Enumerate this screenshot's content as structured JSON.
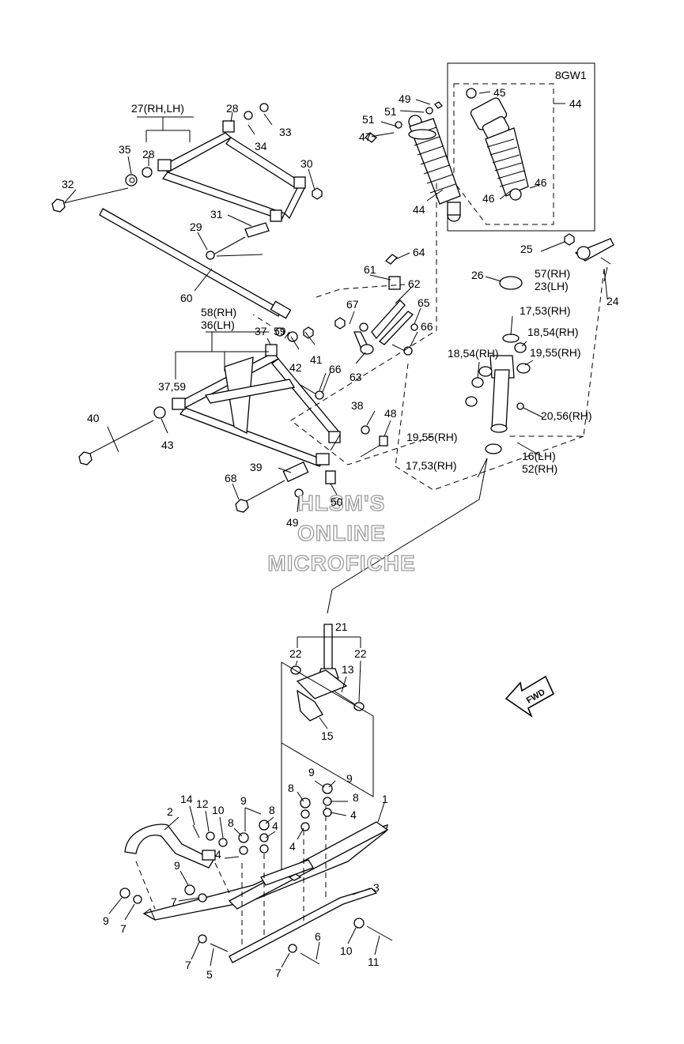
{
  "diagram": {
    "model_box_label": "8GW1",
    "fwd_label": "FWD",
    "watermark": [
      "HLSM'S",
      "ONLINE",
      "MICROFICHE"
    ],
    "callouts": [
      {
        "id": "c1",
        "text": "1"
      },
      {
        "id": "c2",
        "text": "2"
      },
      {
        "id": "c3",
        "text": "3"
      },
      {
        "id": "c4a",
        "text": "4"
      },
      {
        "id": "c4b",
        "text": "4"
      },
      {
        "id": "c4c",
        "text": "4"
      },
      {
        "id": "c4d",
        "text": "4"
      },
      {
        "id": "c5",
        "text": "5"
      },
      {
        "id": "c6",
        "text": "6"
      },
      {
        "id": "c7a",
        "text": "7"
      },
      {
        "id": "c7b",
        "text": "7"
      },
      {
        "id": "c7c",
        "text": "7"
      },
      {
        "id": "c7d",
        "text": "7"
      },
      {
        "id": "c8a",
        "text": "8"
      },
      {
        "id": "c8b",
        "text": "8"
      },
      {
        "id": "c8c",
        "text": "8"
      },
      {
        "id": "c8d",
        "text": "8"
      },
      {
        "id": "c9a",
        "text": "9"
      },
      {
        "id": "c9b",
        "text": "9"
      },
      {
        "id": "c9c",
        "text": "9"
      },
      {
        "id": "c9d",
        "text": "9"
      },
      {
        "id": "c9e",
        "text": "9"
      },
      {
        "id": "c10a",
        "text": "10"
      },
      {
        "id": "c10b",
        "text": "10"
      },
      {
        "id": "c11",
        "text": "11"
      },
      {
        "id": "c12",
        "text": "12"
      },
      {
        "id": "c13",
        "text": "13"
      },
      {
        "id": "c14",
        "text": "14"
      },
      {
        "id": "c15",
        "text": "15"
      },
      {
        "id": "c16",
        "text": "16(LH)"
      },
      {
        "id": "c52",
        "text": "52(RH)"
      },
      {
        "id": "c17a",
        "text": "17,53(RH)"
      },
      {
        "id": "c17b",
        "text": "17,53(RH)"
      },
      {
        "id": "c18a",
        "text": "18,54(RH)"
      },
      {
        "id": "c18b",
        "text": "18,54(RH)"
      },
      {
        "id": "c19a",
        "text": "19,55(RH)"
      },
      {
        "id": "c19b",
        "text": "19,55(RH)"
      },
      {
        "id": "c20",
        "text": "20,56(RH)"
      },
      {
        "id": "c21",
        "text": "21"
      },
      {
        "id": "c22a",
        "text": "22"
      },
      {
        "id": "c22b",
        "text": "22"
      },
      {
        "id": "c23",
        "text": "23(LH)"
      },
      {
        "id": "c57",
        "text": "57(RH)"
      },
      {
        "id": "c24",
        "text": "24"
      },
      {
        "id": "c25",
        "text": "25"
      },
      {
        "id": "c26",
        "text": "26"
      },
      {
        "id": "c27",
        "text": "27(RH,LH)"
      },
      {
        "id": "c28a",
        "text": "28"
      },
      {
        "id": "c28b",
        "text": "28"
      },
      {
        "id": "c29",
        "text": "29"
      },
      {
        "id": "c30",
        "text": "30"
      },
      {
        "id": "c31",
        "text": "31"
      },
      {
        "id": "c32",
        "text": "32"
      },
      {
        "id": "c33",
        "text": "33"
      },
      {
        "id": "c34",
        "text": "34"
      },
      {
        "id": "c35",
        "text": "35"
      },
      {
        "id": "c58",
        "text": "58(RH)"
      },
      {
        "id": "c36",
        "text": "36(LH)"
      },
      {
        "id": "c37a",
        "text": "37"
      },
      {
        "id": "c59a",
        "text": "59"
      },
      {
        "id": "c3759",
        "text": "37,59"
      },
      {
        "id": "c38",
        "text": "38"
      },
      {
        "id": "c39",
        "text": "39"
      },
      {
        "id": "c40",
        "text": "40"
      },
      {
        "id": "c41",
        "text": "41"
      },
      {
        "id": "c42",
        "text": "42"
      },
      {
        "id": "c43",
        "text": "43"
      },
      {
        "id": "c44a",
        "text": "44"
      },
      {
        "id": "c44b",
        "text": "44"
      },
      {
        "id": "c45",
        "text": "45"
      },
      {
        "id": "c46a",
        "text": "46"
      },
      {
        "id": "c46b",
        "text": "46"
      },
      {
        "id": "c47",
        "text": "47"
      },
      {
        "id": "c48",
        "text": "48"
      },
      {
        "id": "c49a",
        "text": "49"
      },
      {
        "id": "c49b",
        "text": "49"
      },
      {
        "id": "c50",
        "text": "50"
      },
      {
        "id": "c51a",
        "text": "51"
      },
      {
        "id": "c51b",
        "text": "51"
      },
      {
        "id": "c60",
        "text": "60"
      },
      {
        "id": "c61",
        "text": "61"
      },
      {
        "id": "c62",
        "text": "62"
      },
      {
        "id": "c63",
        "text": "63"
      },
      {
        "id": "c64",
        "text": "64"
      },
      {
        "id": "c65",
        "text": "65"
      },
      {
        "id": "c66a",
        "text": "66"
      },
      {
        "id": "c66b",
        "text": "66"
      },
      {
        "id": "c67",
        "text": "67"
      },
      {
        "id": "c68",
        "text": "68"
      }
    ]
  }
}
